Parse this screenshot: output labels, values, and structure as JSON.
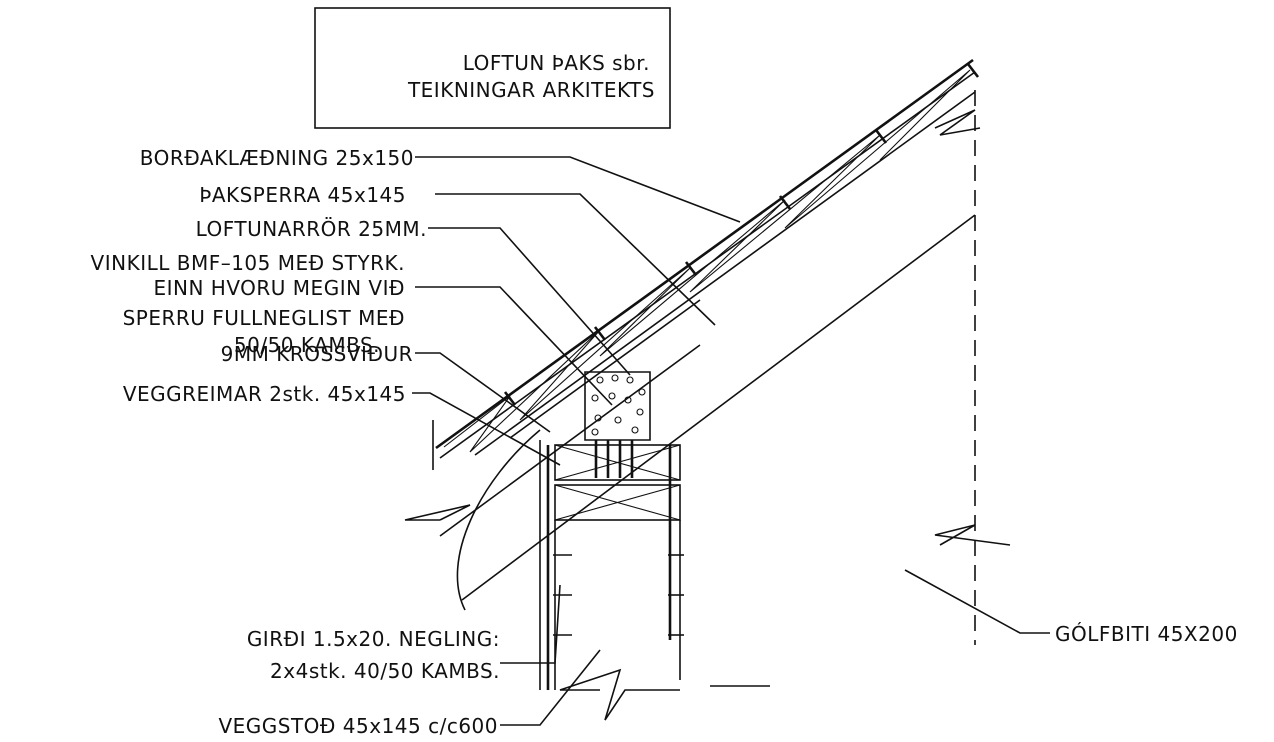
{
  "title_box": {
    "line1": "LOFTUN ÞAKS sbr.",
    "line2": "TEIKNINGAR ARKITEKTS"
  },
  "labels": {
    "bordaklaedning": "BORÐAKLÆÐNING 25x150",
    "thaksperra": "ÞAKSPERRA 45x145",
    "loftunarror": "LOFTUNARRÖR 25MM.",
    "vinkill_1": "VINKILL BMF–105 MEÐ STYRK.",
    "vinkill_2": "EINN HVORU MEGIN VIÐ",
    "vinkill_3": "SPERRU FULLNEGLIST MEÐ",
    "vinkill_4": "50/50 KAMBS.",
    "krossvidur": "9MM KROSSVIÐUR",
    "veggreimar": "VEGGREIMAR 2stk. 45x145",
    "girdi_1": "GIRÐI 1.5x20. NEGLING:",
    "girdi_2": "2x4stk. 40/50 KAMBS.",
    "veggstod": "VEGGSTOÐ 45x145 c/c600",
    "golfbiti": "GÓLFBITI 45X200"
  }
}
